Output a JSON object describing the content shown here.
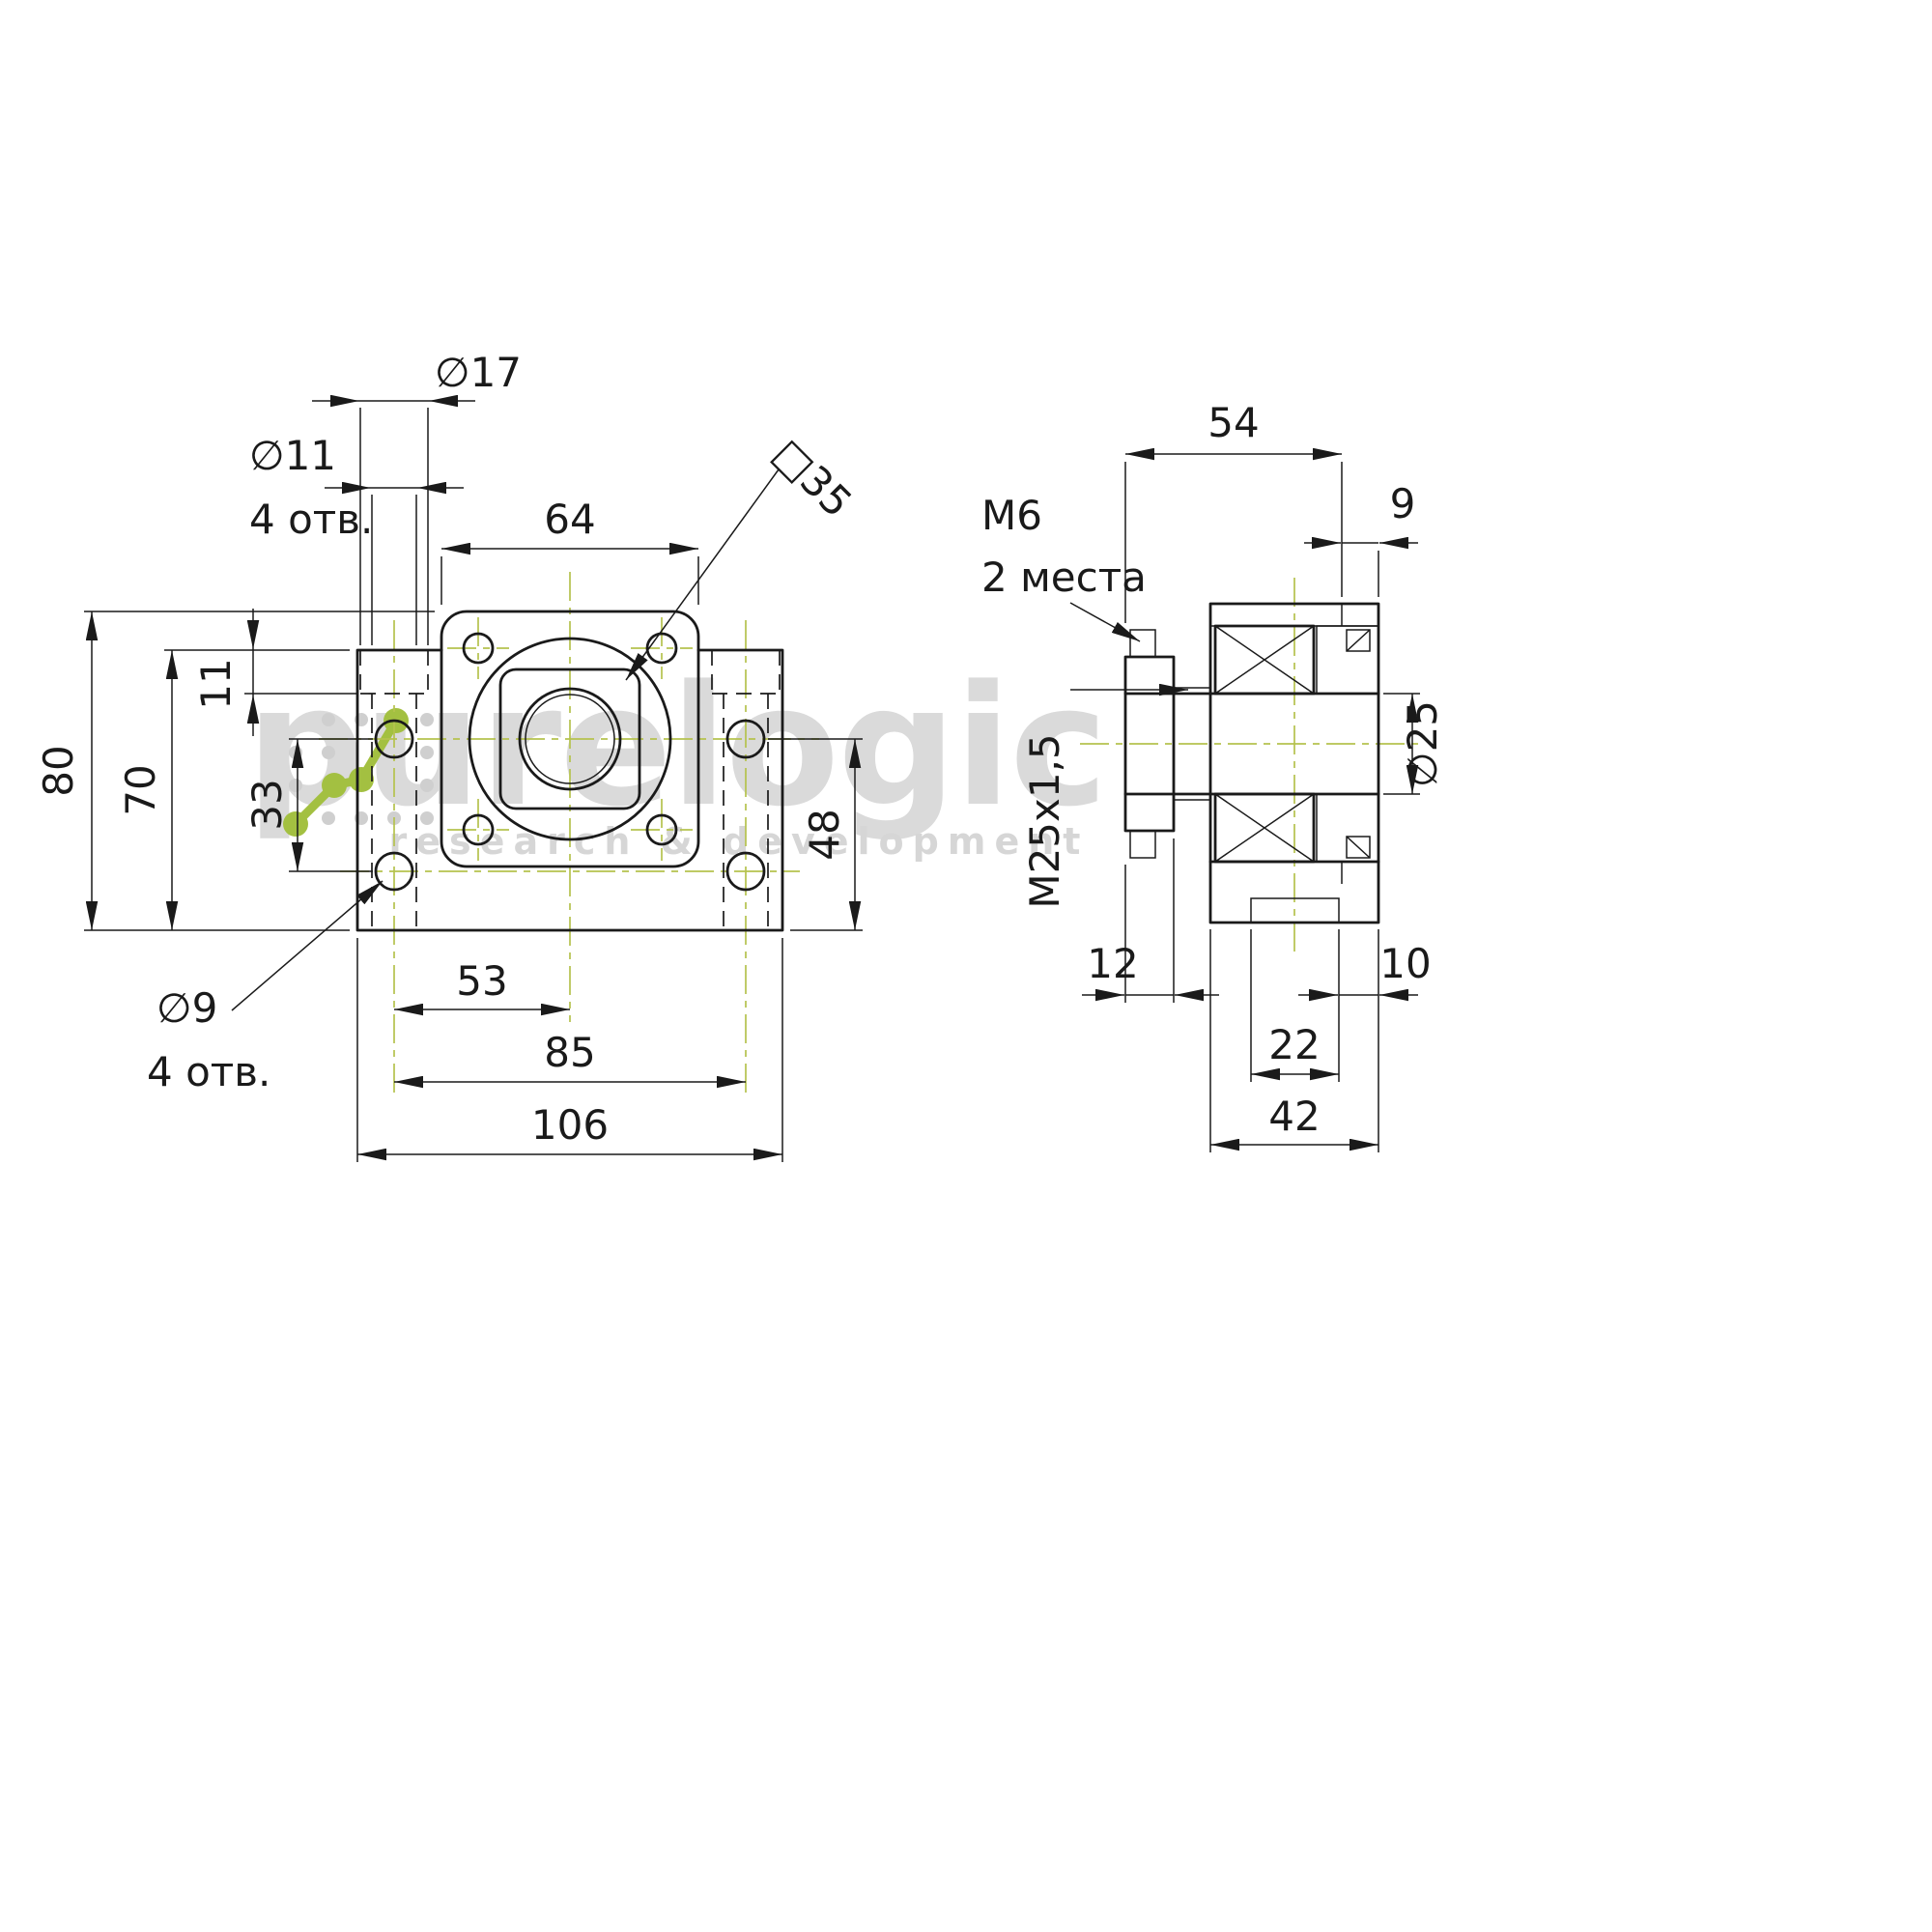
{
  "watermark": {
    "brand": "purelogic",
    "tagline": "research & development"
  },
  "front_view": {
    "dim_d17": "∅17",
    "dim_d11": "∅11",
    "dim_d11_qty": "4 отв.",
    "dim_w64": "64",
    "dim_sq35": "□35",
    "dim_h80": "80",
    "dim_h70": "70",
    "dim_h11": "11",
    "dim_h33": "33",
    "dim_h48": "48",
    "dim_d9": "∅9",
    "dim_d9_qty": "4 отв.",
    "dim_w53": "53",
    "dim_w85": "85",
    "dim_w106": "106"
  },
  "side_view": {
    "dim_w54": "54",
    "dim_w9": "9",
    "dim_m6": "M6",
    "dim_m6_qty": "2 места",
    "dim_d25": "∅25",
    "dim_thread": "M25x1,5",
    "dim_w12": "12",
    "dim_w10": "10",
    "dim_w22": "22",
    "dim_w42": "42"
  }
}
